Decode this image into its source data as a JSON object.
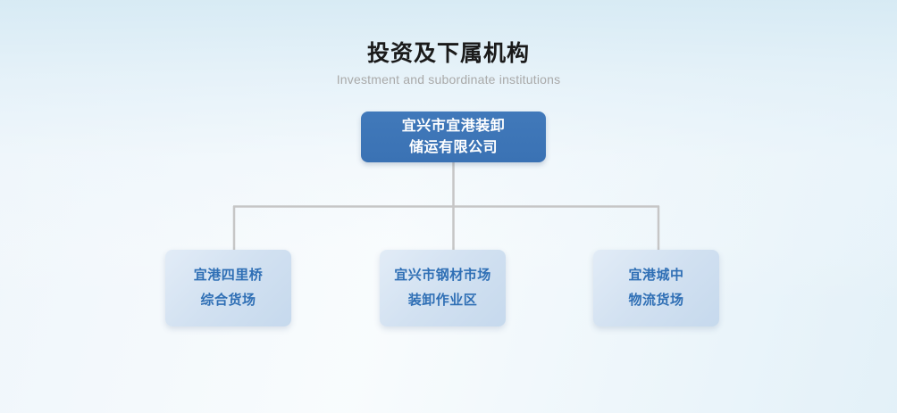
{
  "header": {
    "title": "投资及下属机构",
    "subtitle": "Investment and subordinate institutions"
  },
  "chart": {
    "type": "org-chart",
    "root": {
      "lines": [
        "宜兴市宜港装卸",
        "储运有限公司"
      ],
      "full_text": "宜兴市宜港装卸储运有限公司",
      "box_color": "#3d76b7",
      "text_color": "#ffffff"
    },
    "children": [
      {
        "lines": [
          "宜港四里桥",
          "综合货场"
        ],
        "full_text": "宜港四里桥综合货场",
        "box_color": "#d2e1f1",
        "text_color": "#2f6fb5"
      },
      {
        "lines": [
          "宜兴市钢材市场",
          "装卸作业区"
        ],
        "full_text": "宜兴市钢材市场装卸作业区",
        "box_color": "#d2e1f1",
        "text_color": "#2f6fb5"
      },
      {
        "lines": [
          "宜港城中",
          "物流货场"
        ],
        "full_text": "宜港城中物流货场",
        "box_color": "#d2e1f1",
        "text_color": "#2f6fb5"
      }
    ],
    "connector_color": "#c6c6c6",
    "background_top_color": "#dceaf4",
    "background_bottom_color": "#ffffff"
  }
}
